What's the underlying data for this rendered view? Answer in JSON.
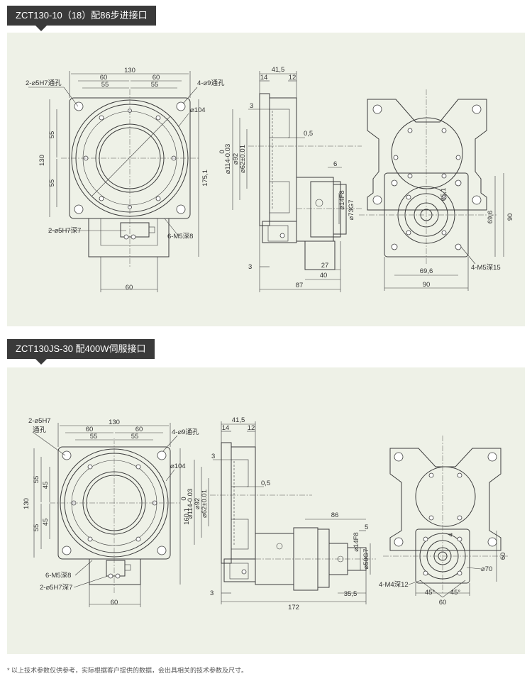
{
  "section1": {
    "title": "ZCT130-10（18）配86步进接口",
    "front": {
      "d130": "130",
      "d60a": "60",
      "d60b": "60",
      "d55a": "55",
      "d55b": "55",
      "pin_top": "2-⌀5H7通孔",
      "holes": "4-⌀9通孔",
      "bcd": "⌀104",
      "v130": "130",
      "v55a": "55",
      "v55b": "55",
      "v1751": "175,1",
      "pin_bot": "2-⌀5H7深7",
      "m5": "6-M5深8",
      "b60": "60"
    },
    "side": {
      "d415": "41,5",
      "d14": "14",
      "d12": "12",
      "d3a": "3",
      "d05": "0,5",
      "zero": "0",
      "d114": "⌀114-0.03",
      "d92": "⌀92",
      "d62": "⌀62±0.01",
      "d6": "6",
      "d14f8": "⌀14F8",
      "d73g7": "⌀73G7",
      "d3b": "3",
      "d27": "27",
      "d40": "40",
      "d87": "87"
    },
    "flange": {
      "d651": "65,1",
      "d696v": "69,6",
      "d90v": "90",
      "m5": "4-M5深15",
      "d696h": "69,6",
      "d90h": "90"
    }
  },
  "section2": {
    "title": "ZCT130JS-30 配400W伺服接口",
    "front": {
      "pin_top1": "2-⌀5H7",
      "pin_top2": "通孔",
      "d130": "130",
      "d60a": "60",
      "d60b": "60",
      "d55a": "55",
      "d55b": "55",
      "holes": "4-⌀9通孔",
      "bcd": "⌀104",
      "v130": "130",
      "v55a": "55",
      "v45a": "45",
      "v55b": "55",
      "v45b": "45",
      "v1601": "160,1",
      "m5": "6-M5深8",
      "pin_bot": "2-⌀5H7深7",
      "b60": "60"
    },
    "side": {
      "d415": "41,5",
      "d14": "14",
      "d12": "12",
      "d3a": "3",
      "d05": "0,5",
      "zero": "0",
      "d114": "⌀114-0.03",
      "d92": "⌀92",
      "d62": "⌀62±0.01",
      "d86": "86",
      "d5": "5",
      "d14f8": "⌀14F8",
      "d50g7": "⌀50G7",
      "d3b": "3",
      "d172": "172",
      "d355": "35,5"
    },
    "flange": {
      "d4": "4",
      "m4": "4-M4深12",
      "d70": "⌀70",
      "d45a": "45°",
      "d45b": "45°",
      "d60": "60",
      "d60v": "60"
    }
  },
  "footnote": "* 以上技术参数仅供参考，实际根据客户提供的数据，会出具相关的技术参数及尺寸。"
}
